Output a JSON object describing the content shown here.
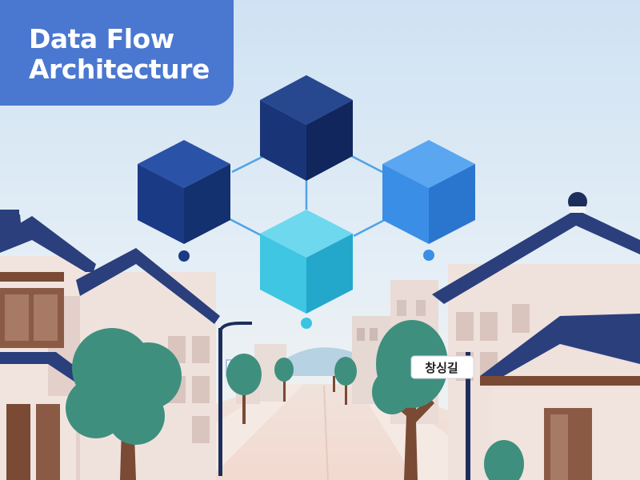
{
  "header": {
    "title_line1": "Data Flow",
    "title_line2": "Architecture"
  },
  "street_sign": {
    "label": "창싱길"
  },
  "colors": {
    "title_card": "#4a77d0",
    "cube_top": "#1b3a84",
    "cube_left": "#1e4a9a",
    "cube_right": "#3a8ee6",
    "cube_bottom": "#3cc3e0",
    "connector": "#4fa3e6",
    "roof": "#2a3f7c",
    "tree": "#3f8f7e",
    "trunk": "#7a4a35"
  },
  "diagram": {
    "nodes": [
      {
        "id": "node-top",
        "role": "top"
      },
      {
        "id": "node-left",
        "role": "left"
      },
      {
        "id": "node-right",
        "role": "right"
      },
      {
        "id": "node-bottom",
        "role": "bottom"
      }
    ],
    "edges": [
      {
        "from": "node-left",
        "to": "node-top"
      },
      {
        "from": "node-top",
        "to": "node-right"
      },
      {
        "from": "node-left",
        "to": "node-bottom"
      },
      {
        "from": "node-bottom",
        "to": "node-right"
      },
      {
        "from": "node-top",
        "to": "node-bottom"
      }
    ]
  }
}
